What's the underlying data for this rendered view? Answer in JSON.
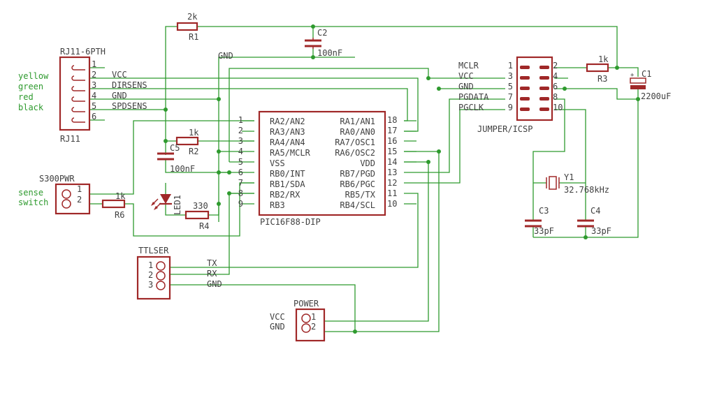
{
  "parts": {
    "rj11": {
      "name": "RJ11-6PTH",
      "value": "RJ11",
      "pins": [
        "1",
        "2",
        "3",
        "4",
        "5",
        "6"
      ],
      "nets": [
        "VCC",
        "DIRSENS",
        "GND",
        "SPDSENS"
      ],
      "wire_colors": [
        "yellow",
        "green",
        "red",
        "black"
      ]
    },
    "r1": {
      "name": "R1",
      "value": "2k"
    },
    "c2": {
      "name": "C2",
      "value": "100nF"
    },
    "gnd_label": "GND",
    "pic": {
      "value": "PIC16F88-DIP",
      "left": [
        [
          "1",
          "RA2/AN2"
        ],
        [
          "2",
          "RA3/AN3"
        ],
        [
          "3",
          "RA4/AN4"
        ],
        [
          "4",
          "RA5/MCLR"
        ],
        [
          "5",
          "VSS"
        ],
        [
          "6",
          "RB0/INT"
        ],
        [
          "7",
          "RB1/SDA"
        ],
        [
          "8",
          "RB2/RX"
        ],
        [
          "9",
          "RB3"
        ]
      ],
      "right": [
        [
          "18",
          "RA1/AN1"
        ],
        [
          "17",
          "RA0/AN0"
        ],
        [
          "16",
          "RA7/OSC1"
        ],
        [
          "15",
          "RA6/OSC2"
        ],
        [
          "14",
          "VDD"
        ],
        [
          "13",
          "RB7/PGD"
        ],
        [
          "12",
          "RB6/PGC"
        ],
        [
          "11",
          "RB5/TX"
        ],
        [
          "10",
          "RB4/SCL"
        ]
      ]
    },
    "r2": {
      "name": "R2",
      "value": "1k"
    },
    "c5": {
      "name": "C5",
      "value": "100nF"
    },
    "led1": {
      "name": "LED1"
    },
    "r4": {
      "name": "R4",
      "value": "330"
    },
    "s300": {
      "name": "S300PWR",
      "pins": [
        "1",
        "2"
      ],
      "labels": [
        "sense",
        "switch"
      ]
    },
    "r6": {
      "name": "R6",
      "value": "1k"
    },
    "jumper": {
      "name": "JUMPER/ICSP",
      "left": [
        "1",
        "3",
        "5",
        "7",
        "9"
      ],
      "right": [
        "2",
        "4",
        "6",
        "8",
        "10"
      ],
      "nets": [
        "MCLR",
        "VCC",
        "GND",
        "PGDATA",
        "PGCLK"
      ]
    },
    "r3": {
      "name": "R3",
      "value": "1k"
    },
    "c1": {
      "name": "C1",
      "value": "2200uF",
      "plus": "+"
    },
    "y1": {
      "name": "Y1",
      "value": "32.768kHz"
    },
    "c3": {
      "name": "C3",
      "value": "33pF"
    },
    "c4": {
      "name": "C4",
      "value": "33pF"
    },
    "ttlser": {
      "name": "TTLSER",
      "pins": [
        "1",
        "2",
        "3"
      ],
      "nets": [
        "TX",
        "RX",
        "GND"
      ]
    },
    "power": {
      "name": "POWER",
      "pins": [
        "1",
        "2"
      ],
      "labels": [
        "VCC",
        "GND"
      ]
    }
  },
  "colors": {
    "wire": "#2e9a2e",
    "part": "#a02828",
    "label": "#404040",
    "background": "#ffffff"
  }
}
